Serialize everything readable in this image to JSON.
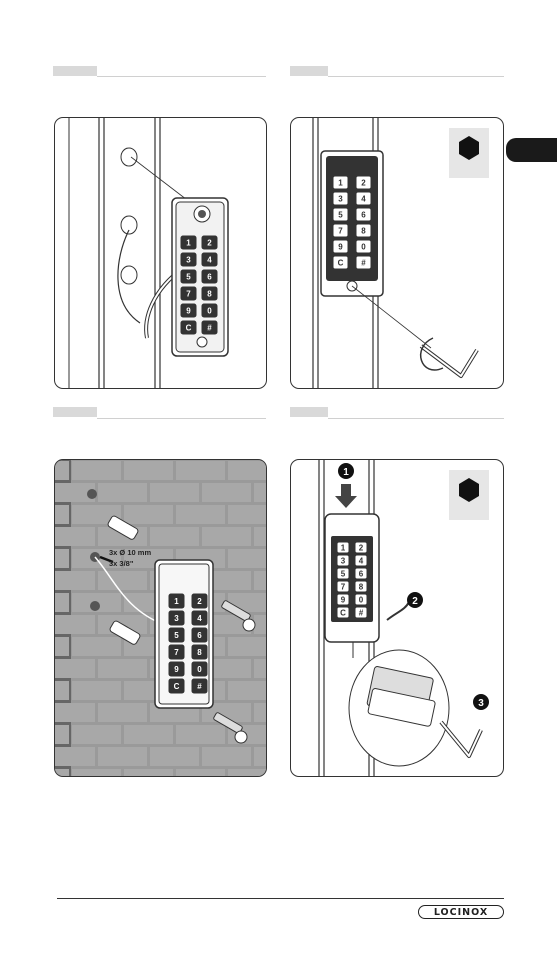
{
  "panels": [
    {
      "id": "step-1",
      "content": "keypad-wall-mount-cable"
    },
    {
      "id": "step-2",
      "content": "keypad-screw-allen-key",
      "hex_badge": true
    },
    {
      "id": "step-3",
      "content": "brick-wall-drilling",
      "dimension_label_1": "3x Ø 10 mm",
      "dimension_label_2": "3x 3/8\""
    },
    {
      "id": "step-4",
      "content": "cover-mount-sequence",
      "hex_badge": true,
      "step_numbers": [
        "1",
        "2",
        "3"
      ]
    }
  ],
  "keypad_keys": [
    "1",
    "2",
    "3",
    "4",
    "5",
    "6",
    "7",
    "8",
    "9",
    "0",
    "C",
    "#"
  ],
  "icons": [
    "hex-allen-icon",
    "arrow-down-icon",
    "curved-arrow-icon",
    "allen-key-icon"
  ],
  "logo": "LOCINOX",
  "colors": {
    "tab": "#d9d9d9",
    "dark": "#1a1a1a",
    "line": "#333333"
  }
}
